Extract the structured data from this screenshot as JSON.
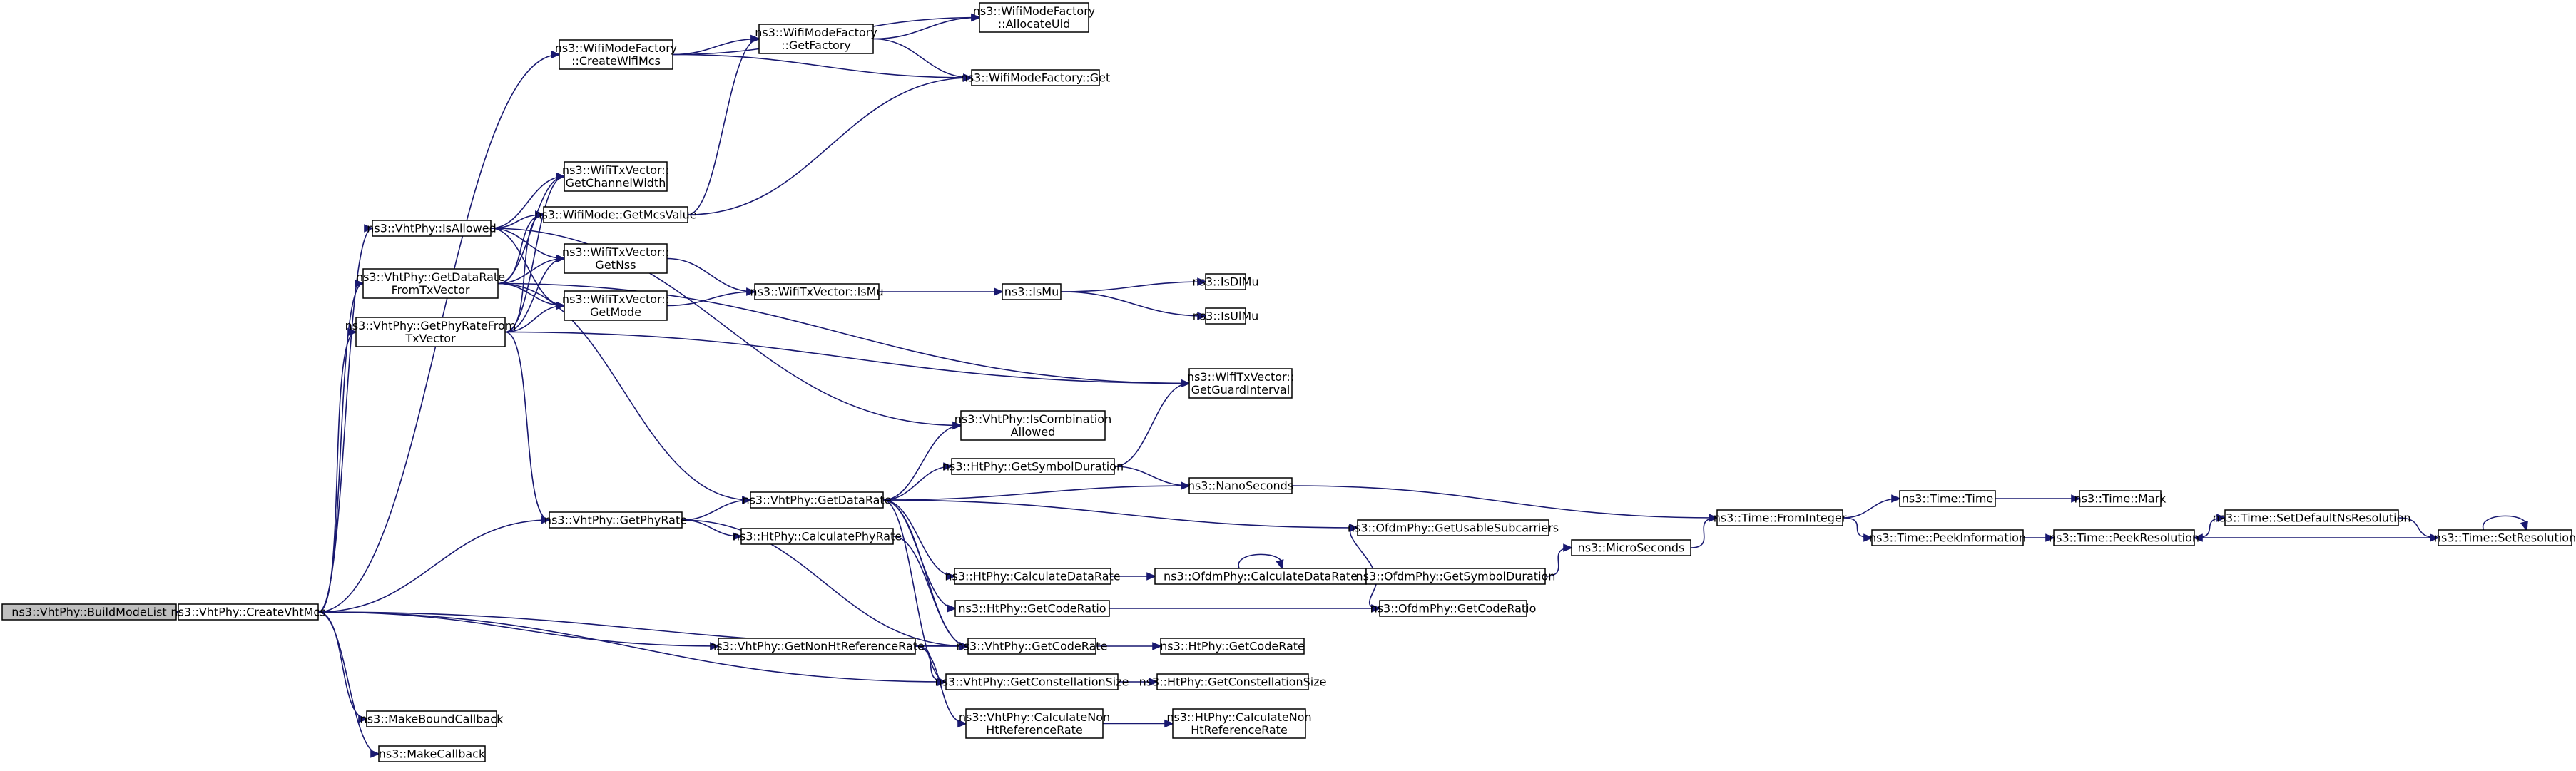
{
  "diagram": {
    "type": "call-graph",
    "colors": {
      "edge": "#191970",
      "root_fill": "#bfbfbf",
      "node_fill": "#ffffff",
      "node_border": "#000000"
    },
    "nodes": [
      {
        "id": "n0",
        "lines": [
          "ns3::VhtPhy::BuildModeList"
        ]
      },
      {
        "id": "n1",
        "lines": [
          "ns3::VhtPhy::CreateVhtMcs"
        ]
      },
      {
        "id": "n2",
        "lines": [
          "ns3::WifiModeFactory",
          "::CreateWifiMcs"
        ]
      },
      {
        "id": "n3",
        "lines": [
          "ns3::WifiModeFactory",
          "::GetFactory"
        ]
      },
      {
        "id": "n4",
        "lines": [
          "ns3::WifiModeFactory",
          "::AllocateUid"
        ]
      },
      {
        "id": "n5",
        "lines": [
          "ns3::WifiModeFactory::Get"
        ]
      },
      {
        "id": "n6",
        "lines": [
          "ns3::VhtPhy::IsAllowed"
        ]
      },
      {
        "id": "n7",
        "lines": [
          "ns3::WifiTxVector::",
          "GetChannelWidth"
        ]
      },
      {
        "id": "n8",
        "lines": [
          "ns3::WifiMode::GetMcsValue"
        ]
      },
      {
        "id": "n9",
        "lines": [
          "ns3::WifiTxVector::",
          "GetNss"
        ]
      },
      {
        "id": "n10",
        "lines": [
          "ns3::WifiTxVector::",
          "GetMode"
        ]
      },
      {
        "id": "n11",
        "lines": [
          "ns3::VhtPhy::GetDataRate",
          "FromTxVector"
        ]
      },
      {
        "id": "n12",
        "lines": [
          "ns3::VhtPhy::GetPhyRateFrom",
          "TxVector"
        ]
      },
      {
        "id": "n13",
        "lines": [
          "ns3::WifiTxVector::IsMu"
        ]
      },
      {
        "id": "n14",
        "lines": [
          "ns3::IsMu"
        ]
      },
      {
        "id": "n15",
        "lines": [
          "ns3::IsDlMu"
        ]
      },
      {
        "id": "n16",
        "lines": [
          "ns3::IsUlMu"
        ]
      },
      {
        "id": "n17",
        "lines": [
          "ns3::WifiTxVector::",
          "GetGuardInterval"
        ]
      },
      {
        "id": "n18",
        "lines": [
          "ns3::VhtPhy::IsCombination",
          "Allowed"
        ]
      },
      {
        "id": "n19",
        "lines": [
          "ns3::HtPhy::GetSymbolDuration"
        ]
      },
      {
        "id": "n20",
        "lines": [
          "ns3::NanoSeconds"
        ]
      },
      {
        "id": "n21",
        "lines": [
          "ns3::VhtPhy::GetDataRate"
        ]
      },
      {
        "id": "n22",
        "lines": [
          "ns3::VhtPhy::GetPhyRate"
        ]
      },
      {
        "id": "n23",
        "lines": [
          "ns3::HtPhy::CalculatePhyRate"
        ]
      },
      {
        "id": "n24",
        "lines": [
          "ns3::OfdmPhy::GetUsableSubcarriers"
        ]
      },
      {
        "id": "n25",
        "lines": [
          "ns3::Time::FromInteger"
        ]
      },
      {
        "id": "n26",
        "lines": [
          "ns3::Time::Time"
        ]
      },
      {
        "id": "n27",
        "lines": [
          "ns3::Time::Mark"
        ]
      },
      {
        "id": "n28",
        "lines": [
          "ns3::Time::SetDefaultNsResolution"
        ]
      },
      {
        "id": "n29",
        "lines": [
          "ns3::Time::PeekInformation"
        ]
      },
      {
        "id": "n30",
        "lines": [
          "ns3::Time::PeekResolution"
        ]
      },
      {
        "id": "n31",
        "lines": [
          "ns3::Time::SetResolution"
        ]
      },
      {
        "id": "n32",
        "lines": [
          "ns3::MicroSeconds"
        ]
      },
      {
        "id": "n33",
        "lines": [
          "ns3::HtPhy::CalculateDataRate"
        ]
      },
      {
        "id": "n34",
        "lines": [
          "ns3::OfdmPhy::CalculateDataRate"
        ]
      },
      {
        "id": "n35",
        "lines": [
          "ns3::OfdmPhy::GetSymbolDuration"
        ]
      },
      {
        "id": "n36",
        "lines": [
          "ns3::HtPhy::GetCodeRatio"
        ]
      },
      {
        "id": "n37",
        "lines": [
          "ns3::OfdmPhy::GetCodeRatio"
        ]
      },
      {
        "id": "n38",
        "lines": [
          "ns3::VhtPhy::GetNonHtReferenceRate"
        ]
      },
      {
        "id": "n39",
        "lines": [
          "ns3::VhtPhy::GetCodeRate"
        ]
      },
      {
        "id": "n40",
        "lines": [
          "ns3::HtPhy::GetCodeRate"
        ]
      },
      {
        "id": "n41",
        "lines": [
          "ns3::VhtPhy::GetConstellationSize"
        ]
      },
      {
        "id": "n42",
        "lines": [
          "ns3::HtPhy::GetConstellationSize"
        ]
      },
      {
        "id": "n43",
        "lines": [
          "ns3::VhtPhy::CalculateNon",
          "HtReferenceRate"
        ]
      },
      {
        "id": "n44",
        "lines": [
          "ns3::HtPhy::CalculateNon",
          "HtReferenceRate"
        ]
      },
      {
        "id": "n45",
        "lines": [
          "ns3::MakeBoundCallback"
        ]
      },
      {
        "id": "n46",
        "lines": [
          "ns3::MakeCallback"
        ]
      }
    ],
    "edges": [
      [
        "n0",
        "n1"
      ],
      [
        "n1",
        "n2"
      ],
      [
        "n1",
        "n6"
      ],
      [
        "n1",
        "n11"
      ],
      [
        "n1",
        "n12"
      ],
      [
        "n1",
        "n22"
      ],
      [
        "n1",
        "n38"
      ],
      [
        "n1",
        "n39"
      ],
      [
        "n1",
        "n41"
      ],
      [
        "n1",
        "n45"
      ],
      [
        "n1",
        "n46"
      ],
      [
        "n2",
        "n3"
      ],
      [
        "n2",
        "n4"
      ],
      [
        "n2",
        "n5"
      ],
      [
        "n3",
        "n4"
      ],
      [
        "n3",
        "n5"
      ],
      [
        "n6",
        "n7"
      ],
      [
        "n6",
        "n8"
      ],
      [
        "n6",
        "n9"
      ],
      [
        "n6",
        "n10"
      ],
      [
        "n6",
        "n18"
      ],
      [
        "n8",
        "n3"
      ],
      [
        "n8",
        "n5"
      ],
      [
        "n9",
        "n13"
      ],
      [
        "n10",
        "n13"
      ],
      [
        "n11",
        "n7"
      ],
      [
        "n11",
        "n8"
      ],
      [
        "n11",
        "n9"
      ],
      [
        "n11",
        "n10"
      ],
      [
        "n11",
        "n17"
      ],
      [
        "n11",
        "n21"
      ],
      [
        "n12",
        "n7"
      ],
      [
        "n12",
        "n8"
      ],
      [
        "n12",
        "n9"
      ],
      [
        "n12",
        "n10"
      ],
      [
        "n12",
        "n17"
      ],
      [
        "n12",
        "n22"
      ],
      [
        "n13",
        "n14"
      ],
      [
        "n14",
        "n15"
      ],
      [
        "n14",
        "n16"
      ],
      [
        "n19",
        "n17"
      ],
      [
        "n19",
        "n20"
      ],
      [
        "n20",
        "n25"
      ],
      [
        "n21",
        "n18"
      ],
      [
        "n21",
        "n19"
      ],
      [
        "n21",
        "n20"
      ],
      [
        "n21",
        "n24"
      ],
      [
        "n21",
        "n33"
      ],
      [
        "n21",
        "n36"
      ],
      [
        "n21",
        "n39"
      ],
      [
        "n21",
        "n41"
      ],
      [
        "n22",
        "n21"
      ],
      [
        "n22",
        "n23"
      ],
      [
        "n22",
        "n39"
      ],
      [
        "n23",
        "n39"
      ],
      [
        "n25",
        "n26"
      ],
      [
        "n25",
        "n29"
      ],
      [
        "n26",
        "n27"
      ],
      [
        "n29",
        "n30"
      ],
      [
        "n30",
        "n28"
      ],
      [
        "n28",
        "n31"
      ],
      [
        "n31",
        "n30"
      ],
      [
        "n31",
        "n31"
      ],
      [
        "n32",
        "n25"
      ],
      [
        "n33",
        "n34"
      ],
      [
        "n34",
        "n34"
      ],
      [
        "n34",
        "n24"
      ],
      [
        "n34",
        "n35"
      ],
      [
        "n34",
        "n37"
      ],
      [
        "n35",
        "n32"
      ],
      [
        "n36",
        "n37"
      ],
      [
        "n38",
        "n39"
      ],
      [
        "n38",
        "n41"
      ],
      [
        "n38",
        "n43"
      ],
      [
        "n39",
        "n40"
      ],
      [
        "n41",
        "n42"
      ],
      [
        "n43",
        "n44"
      ]
    ]
  }
}
